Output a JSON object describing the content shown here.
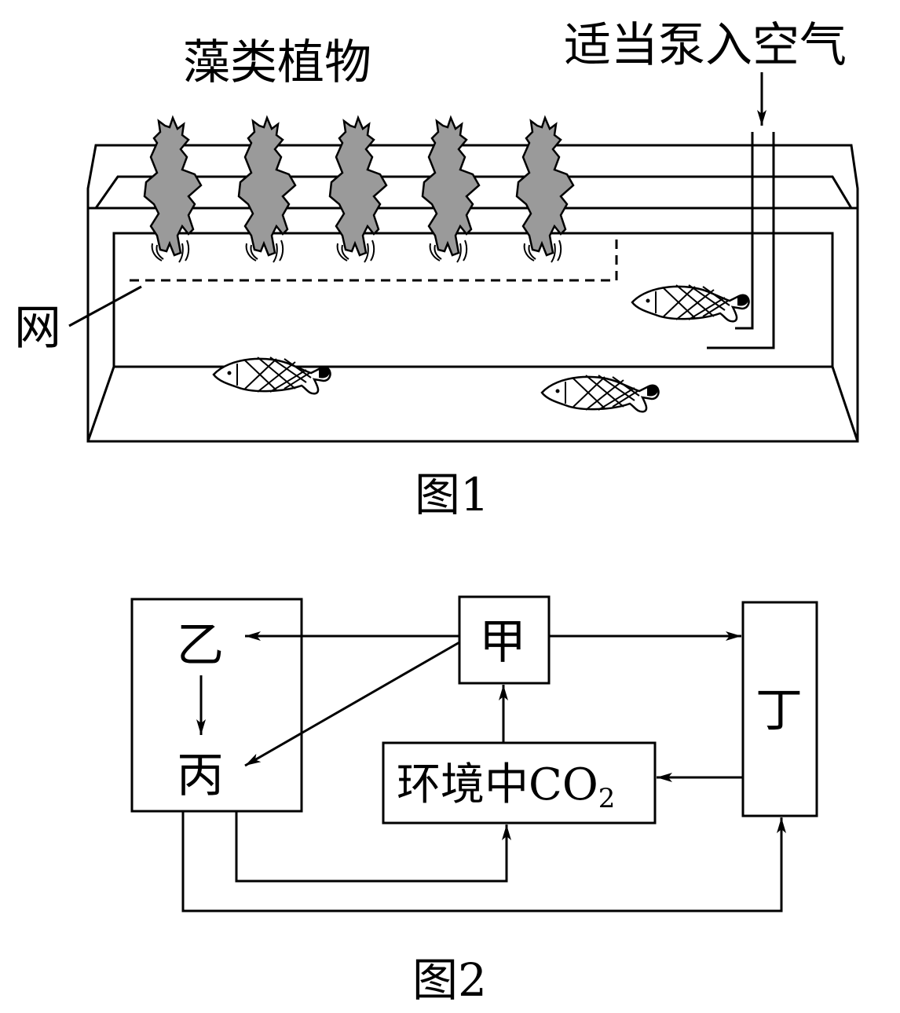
{
  "figure1": {
    "label_plants": "藻类植物",
    "label_air": "适当泵入空气",
    "label_net": "网",
    "caption": "图1"
  },
  "figure2": {
    "node_jia": "甲",
    "node_yi": "乙",
    "node_bing": "丙",
    "node_ding": "丁",
    "node_co2_text": "环境中CO",
    "node_co2_sub": "2",
    "caption": "图2"
  }
}
